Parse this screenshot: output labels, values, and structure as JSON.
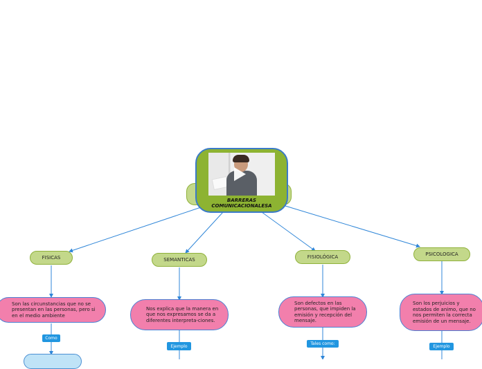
{
  "central": {
    "title": "BARRERAS COMUNICACIONALESA",
    "image": "stressed-man-photo",
    "overlay_icon": "play-icon"
  },
  "branches": [
    {
      "label": "FISICAS",
      "description": "Son las circunstancias que no se presentan en las personas, pero si en el medio ambiente",
      "connector": "Como"
    },
    {
      "label": "SEMANTICAS",
      "description": "Nos explica que la manera en que nos expresamos se da a diferentes interpreta-ciones.",
      "connector": "Ejemplo"
    },
    {
      "label": "FISIOLÓGICA",
      "description": "Son defectos en las personas, que impiden la emisión y recepción del mensaje.",
      "connector": "Tales como:"
    },
    {
      "label": "PSICOLOGICA",
      "description": "Son los perjuicios y estados de animo, que no nos permiten la correcta emisión de un mensaje.",
      "connector": "Ejemplo"
    }
  ],
  "colors": {
    "central_fill": "#8db332",
    "category_fill": "#c3d88a",
    "description_fill": "#f27fac",
    "connector_fill": "#2196e0",
    "link_color": "#2f86d8"
  }
}
